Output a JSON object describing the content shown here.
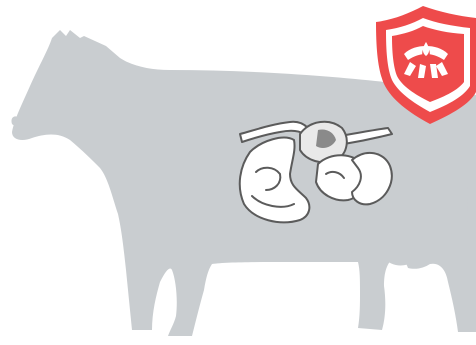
{
  "illustration": {
    "subject": "cow-silhouette-with-digestive-stomach",
    "icon_names": [
      "cow-silhouette",
      "stomach-illustration",
      "udder-shield-icon"
    ]
  },
  "colors": {
    "background": "#ffffff",
    "cow_silhouette": "#c9cdd0",
    "stomach_fill": "#ffffff",
    "stomach_stroke": "#5b5b5b",
    "stomach_shade": "#8a8a8a",
    "shield_accent": "#ee4b4b",
    "shield_inner": "#ffffff"
  }
}
